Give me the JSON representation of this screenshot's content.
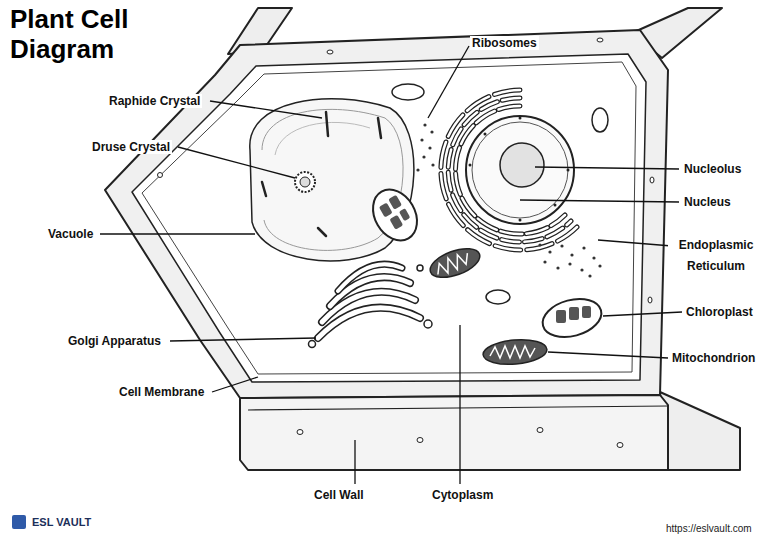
{
  "diagram": {
    "title": "Plant Cell Diagram",
    "labels": [
      "Ribosomes",
      "Raphide Crystal",
      "Druse Crystal",
      "Nucleolus",
      "Nucleus",
      "Vacuole",
      "Endoplasmic Reticulum",
      "Chloroplast",
      "Golgi Apparatus",
      "Mitochondrion",
      "Cell Membrane",
      "Cell Wall",
      "Cytoplasm",
      "ESL VAULT",
      "https://eslvault.com"
    ]
  }
}
